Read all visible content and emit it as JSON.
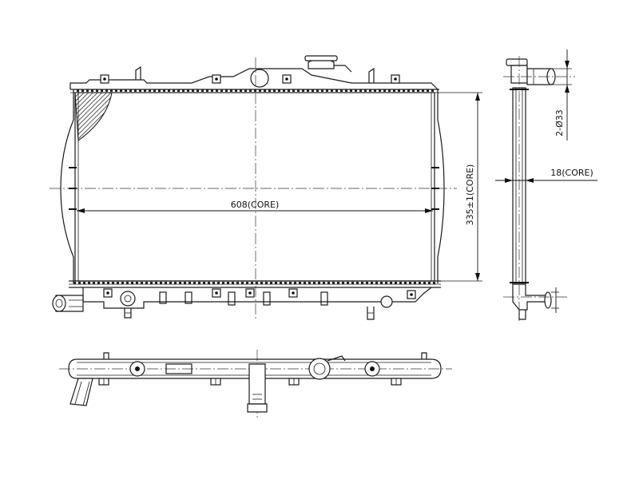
{
  "dimensions": {
    "core_width": "608(CORE)",
    "core_height": "335±1(CORE)",
    "core_thickness": "18(CORE)",
    "tube_diameter": "2-Ø33"
  }
}
